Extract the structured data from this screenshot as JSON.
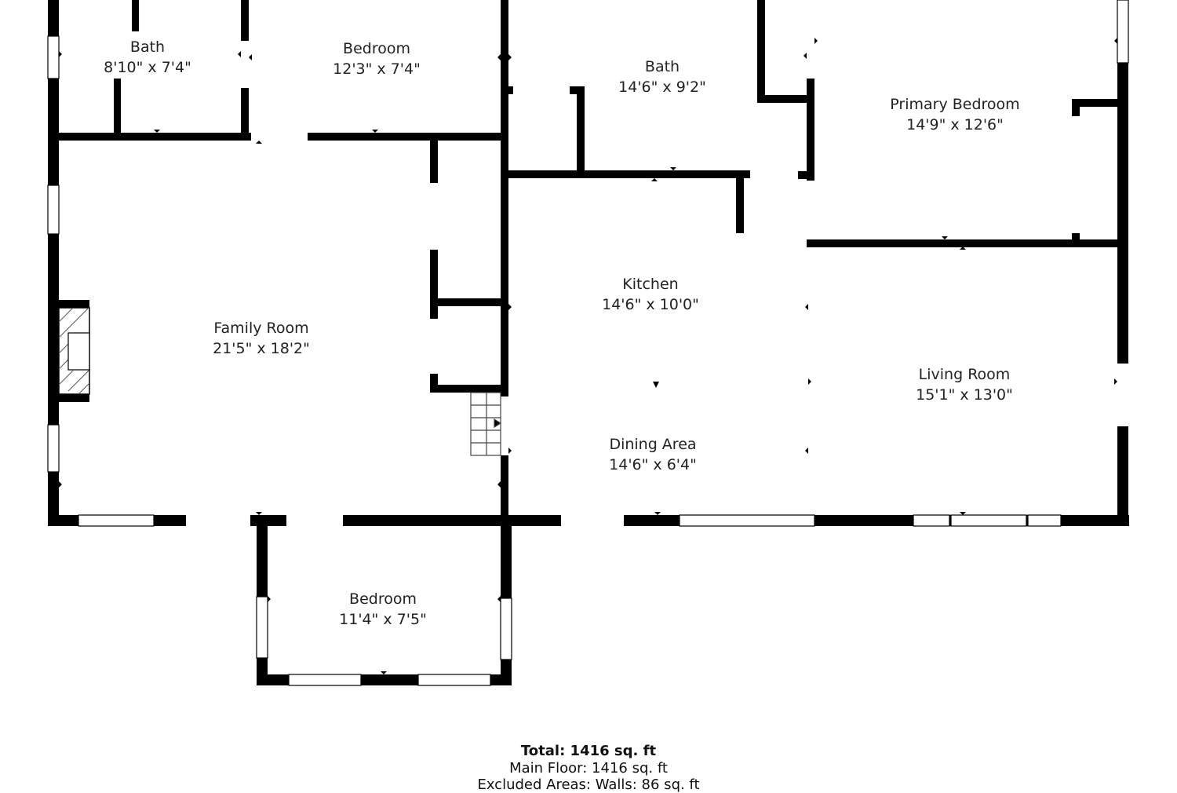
{
  "rooms": [
    {
      "id": "bath-1",
      "name": "Bath",
      "dimensions": "8'10\" x 7'4\""
    },
    {
      "id": "bedroom-1",
      "name": "Bedroom",
      "dimensions": "12'3\" x 7'4\""
    },
    {
      "id": "bath-2",
      "name": "Bath",
      "dimensions": "14'6\" x 9'2\""
    },
    {
      "id": "primary-bedroom",
      "name": "Primary Bedroom",
      "dimensions": "14'9\" x 12'6\""
    },
    {
      "id": "family-room",
      "name": "Family Room",
      "dimensions": "21'5\" x 18'2\""
    },
    {
      "id": "kitchen",
      "name": "Kitchen",
      "dimensions": "14'6\" x 10'0\""
    },
    {
      "id": "living-room",
      "name": "Living Room",
      "dimensions": "15'1\" x 13'0\""
    },
    {
      "id": "dining-area",
      "name": "Dining Area",
      "dimensions": "14'6\" x 6'4\""
    },
    {
      "id": "bedroom-2",
      "name": "Bedroom",
      "dimensions": "11'4\" x 7'5\""
    }
  ],
  "summary": {
    "total": "Total: 1416 sq. ft",
    "main_floor": "Main Floor: 1416 sq. ft",
    "excluded": "Excluded Areas: Walls: 86 sq. ft"
  }
}
